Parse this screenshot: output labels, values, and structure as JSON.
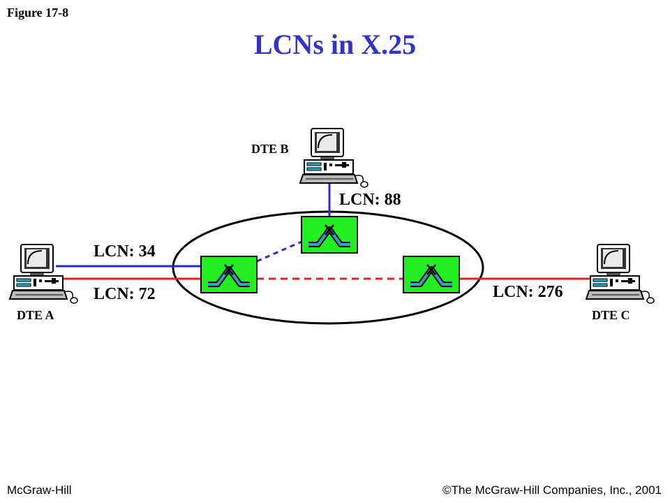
{
  "figure_label": "Figure 17-8",
  "title": "LCNs in X.25",
  "footer": {
    "publisher": "McGraw-Hill",
    "copyright": "©The McGraw-Hill Companies, Inc., 2001"
  },
  "nodes": {
    "dte_a": "DTE A",
    "dte_b": "DTE B",
    "dte_c": "DTE C"
  },
  "lcn_labels": {
    "a_blue": "LCN: 34",
    "a_red": "LCN: 72",
    "b": "LCN: 88",
    "c": "LCN: 276"
  },
  "colors": {
    "title": "#3333cc",
    "blue_circuit": "#2a2ad0",
    "red_circuit": "#e02020",
    "switch": "#22ee22",
    "ellipse": "#000000"
  }
}
